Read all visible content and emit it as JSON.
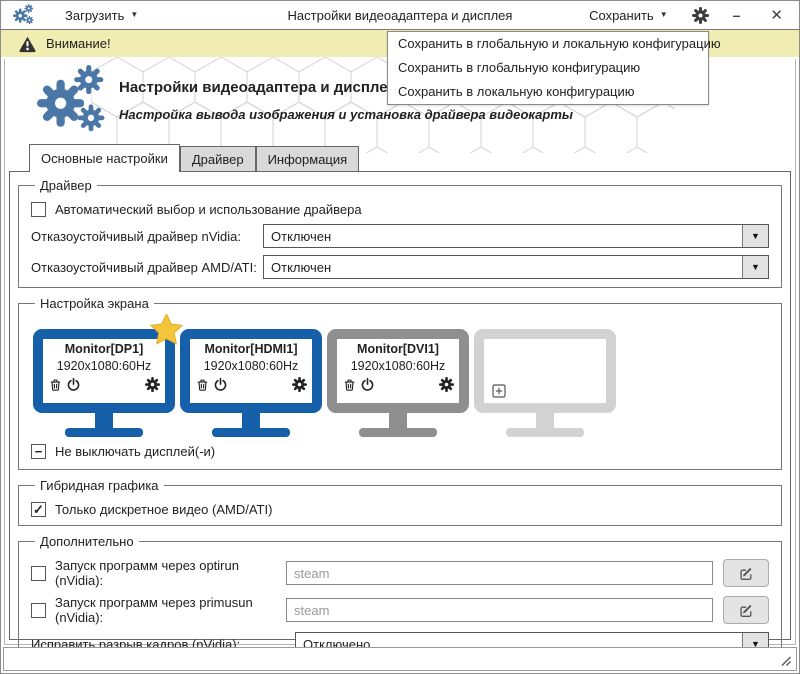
{
  "toolbar": {
    "load_label": "Загрузить",
    "title": "Настройки видеоадаптера и дисплея",
    "save_label": "Сохранить"
  },
  "save_menu": {
    "items": [
      "Сохранить в глобальную и локальную конфигурацию",
      "Сохранить в глобальную конфигурацию",
      "Сохранить в локальную конфигурацию"
    ]
  },
  "warning": {
    "text": "Внимание!"
  },
  "header": {
    "title": "Настройки видеоадаптера и дисплея",
    "subtitle": "Настройка вывода изображения и установка драйвера видеокарты"
  },
  "tabs": [
    {
      "label": "Основные настройки",
      "active": true
    },
    {
      "label": "Драйвер",
      "active": false
    },
    {
      "label": "Информация",
      "active": false
    }
  ],
  "driver_group": {
    "title": "Драйвер",
    "auto_label": "Автоматический выбор и использование драйвера",
    "nvidia_label": "Отказоустойчивый драйвер nVidia:",
    "nvidia_value": "Отключен",
    "amd_label": "Отказоустойчивый драйвер AMD/ATI:",
    "amd_value": "Отключен"
  },
  "screen_group": {
    "title": "Настройка экрана",
    "monitors": [
      {
        "name": "Monitor[DP1]",
        "resolution": "1920x1080:60Hz",
        "state": "primary"
      },
      {
        "name": "Monitor[HDMI1]",
        "resolution": "1920x1080:60Hz",
        "state": "active"
      },
      {
        "name": "Monitor[DVI1]",
        "resolution": "1920x1080:60Hz",
        "state": "inactive"
      },
      {
        "name": "",
        "resolution": "",
        "state": "empty"
      }
    ],
    "keep_on_label": "Не выключать дисплей(-и)"
  },
  "hybrid_group": {
    "title": "Гибридная графика",
    "discrete_label": "Только дискретное видео (AMD/ATI)"
  },
  "extra_group": {
    "title": "Дополнительно",
    "optirun_label": "Запуск программ через optirun (nVidia):",
    "optirun_placeholder": "steam",
    "primusun_label": "Запуск программ через primusun (nVidia):",
    "primusun_placeholder": "steam",
    "tearing_label": "Исправить разрыв кадров (nVidia):",
    "tearing_value": "Отключено"
  },
  "colors": {
    "monitor_active": "#1560a8",
    "monitor_inactive": "#8f8f8f",
    "monitor_empty": "#d2d2d2",
    "logo_blue": "#4b77a7",
    "warning_bg": "#f0ecb2",
    "star_yellow": "#f3c53a"
  }
}
